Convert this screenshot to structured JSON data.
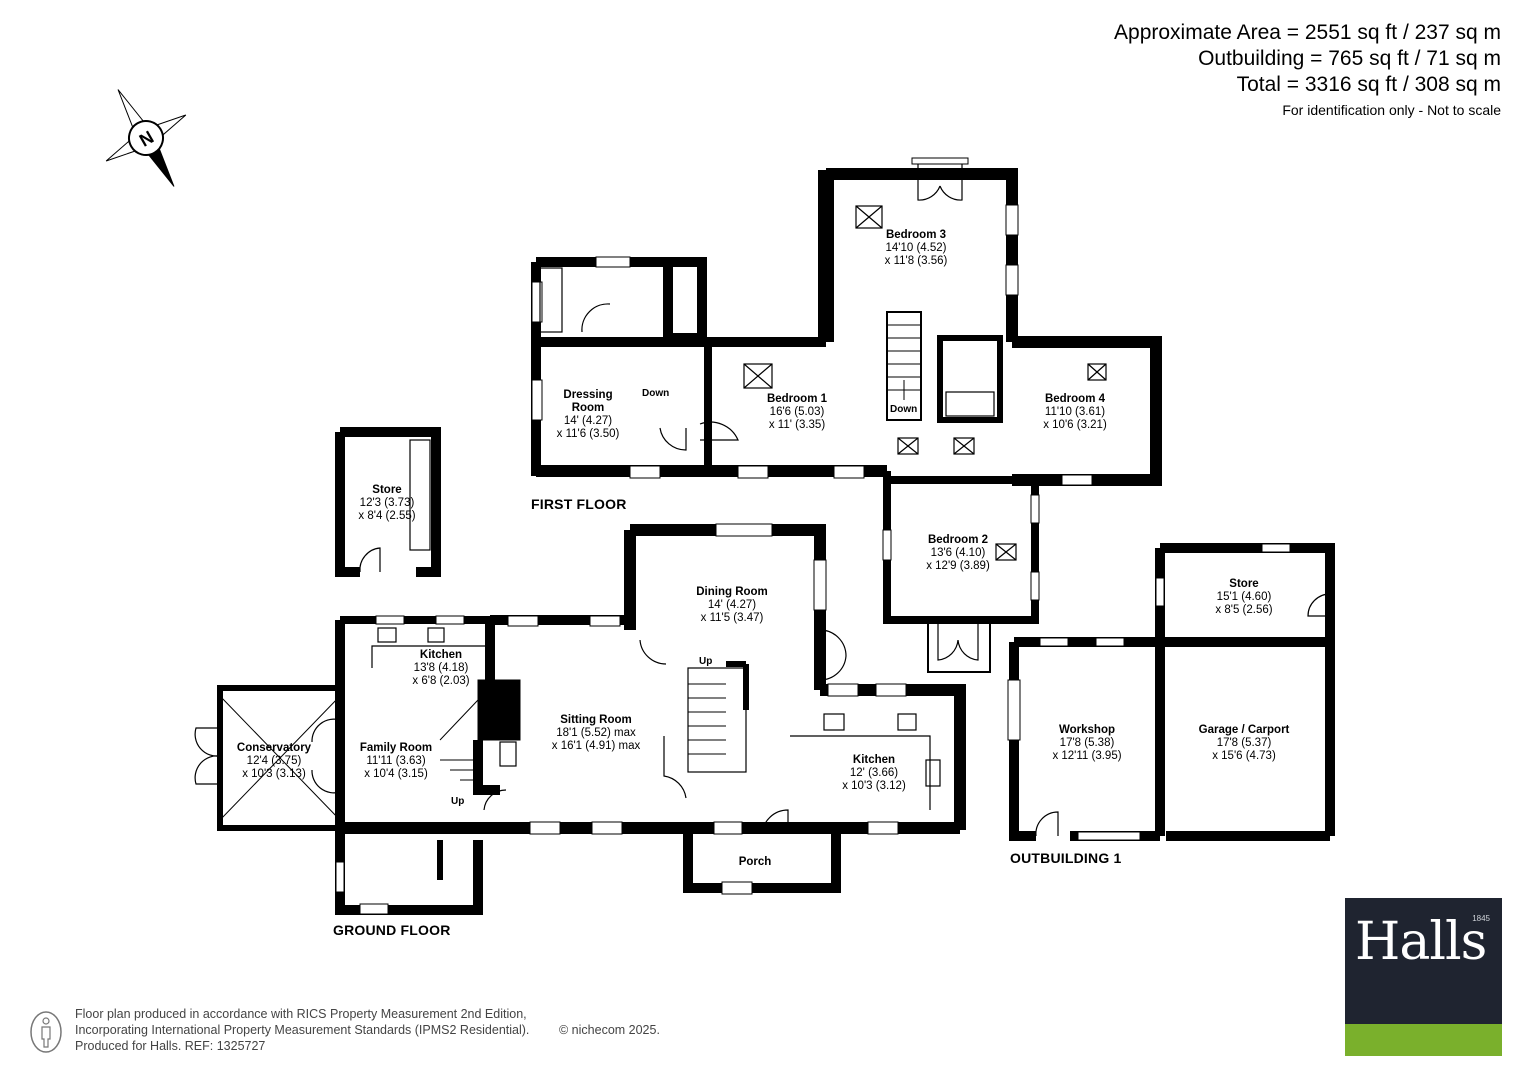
{
  "areas": {
    "approx": "Approximate Area = 2551 sq ft / 237 sq m",
    "outbuilding": "Outbuilding = 765 sq ft / 71 sq m",
    "total": "Total = 3316 sq ft / 308 sq m",
    "note": "For identification only - Not to scale"
  },
  "compass": {
    "letter": "N"
  },
  "floors": {
    "first": "FIRST FLOOR",
    "ground": "GROUND FLOOR",
    "outbuilding": "OUTBUILDING 1"
  },
  "rooms": {
    "bedroom3": {
      "name": "Bedroom 3",
      "dim1": "14'10 (4.52)",
      "dim2": "x 11'8 (3.56)"
    },
    "dressing": {
      "name1": "Dressing",
      "name2": "Room",
      "dim1": "14' (4.27)",
      "dim2": "x 11'6 (3.50)"
    },
    "bedroom1": {
      "name": "Bedroom 1",
      "dim1": "16'6 (5.03)",
      "dim2": "x 11' (3.35)"
    },
    "bedroom4": {
      "name": "Bedroom 4",
      "dim1": "11'10 (3.61)",
      "dim2": "x 10'6 (3.21)"
    },
    "bedroom2": {
      "name": "Bedroom 2",
      "dim1": "13'6 (4.10)",
      "dim2": "x 12'9 (3.89)"
    },
    "store_small": {
      "name": "Store",
      "dim1": "12'3 (3.73)",
      "dim2": "x 8'4 (2.55)"
    },
    "dining": {
      "name": "Dining Room",
      "dim1": "14' (4.27)",
      "dim2": "x 11'5 (3.47)"
    },
    "kitchen_small": {
      "name": "Kitchen",
      "dim1": "13'8 (4.18)",
      "dim2": "x 6'8 (2.03)"
    },
    "sitting": {
      "name": "Sitting Room",
      "dim1": "18'1 (5.52) max",
      "dim2": "x 16'1 (4.91) max"
    },
    "conservatory": {
      "name": "Conservatory",
      "dim1": "12'4 (3.75)",
      "dim2": "x 10'3 (3.13)"
    },
    "family": {
      "name": "Family Room",
      "dim1": "11'11 (3.63)",
      "dim2": "x 10'4 (3.15)"
    },
    "kitchen_main": {
      "name": "Kitchen",
      "dim1": "12' (3.66)",
      "dim2": "x 10'3 (3.12)"
    },
    "porch": {
      "name": "Porch"
    },
    "store_out": {
      "name": "Store",
      "dim1": "15'1 (4.60)",
      "dim2": "x 8'5 (2.56)"
    },
    "workshop": {
      "name": "Workshop",
      "dim1": "17'8 (5.38)",
      "dim2": "x 12'11 (3.95)"
    },
    "garage": {
      "name": "Garage / Carport",
      "dim1": "17'8 (5.37)",
      "dim2": "x 15'6 (4.73)"
    }
  },
  "stairs": {
    "down": "Down",
    "up": "Up"
  },
  "footer": {
    "line1": "Floor plan produced in accordance with RICS Property Measurement 2nd Edition,",
    "line2": "Incorporating International Property Measurement Standards (IPMS2 Residential).",
    "line3": "Produced for Halls.   REF: 1325727",
    "copyright": "© nichecom 2025."
  },
  "logo": {
    "word": "Halls",
    "year": "1845"
  },
  "colors": {
    "wall": "#000000",
    "logo_bg": "#1f2430",
    "logo_bar": "#7ab02c"
  }
}
